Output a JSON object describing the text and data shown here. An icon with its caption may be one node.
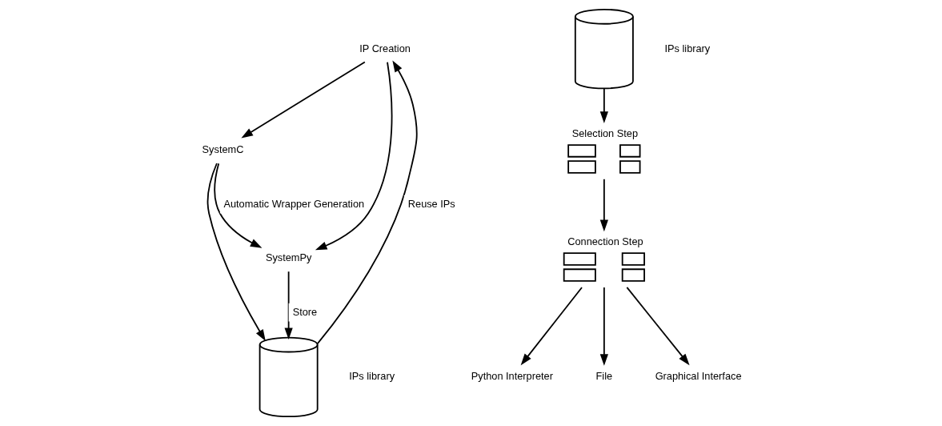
{
  "diagram": {
    "nodes": [
      {
        "text": [
          "IP Creation"
        ]
      },
      {
        "text": [
          "SystemC"
        ]
      },
      {
        "text": [
          "SystemPy"
        ]
      },
      {
        "text": [],
        "shape": "cylinder",
        "beside": [
          "IPs library"
        ]
      },
      {
        "text": [],
        "shape": "cylinder",
        "beside": [
          "IPs library"
        ]
      },
      {
        "text": [
          "Selection Step"
        ]
      },
      {
        "text": [
          "Connection Step"
        ]
      },
      {
        "text": [
          "Python Interpreter"
        ]
      },
      {
        "text": [
          "File"
        ]
      },
      {
        "text": [
          "Graphical Interface"
        ]
      }
    ],
    "edges": [
      {
        "from": 0,
        "to": 1,
        "arrow": "to"
      },
      {
        "from": 1,
        "to": 2,
        "arrow": "to",
        "label": "Automatic Wrapper Generation"
      },
      {
        "from": 0,
        "to": 2,
        "arrow": "to"
      },
      {
        "from": 2,
        "to": 3,
        "arrow": "to",
        "label": "Store"
      },
      {
        "from": 1,
        "to": 3,
        "arrow": "to"
      },
      {
        "from": 3,
        "to": 0,
        "arrow": "to",
        "label": "Reuse IPs"
      },
      {
        "from": 4,
        "to": 5,
        "arrow": "to"
      },
      {
        "from": 5,
        "to": 6,
        "arrow": "to"
      },
      {
        "from": 6,
        "to": 7,
        "arrow": "to"
      },
      {
        "from": 6,
        "to": 8,
        "arrow": "to"
      },
      {
        "from": 6,
        "to": 9,
        "arrow": "to"
      }
    ]
  }
}
